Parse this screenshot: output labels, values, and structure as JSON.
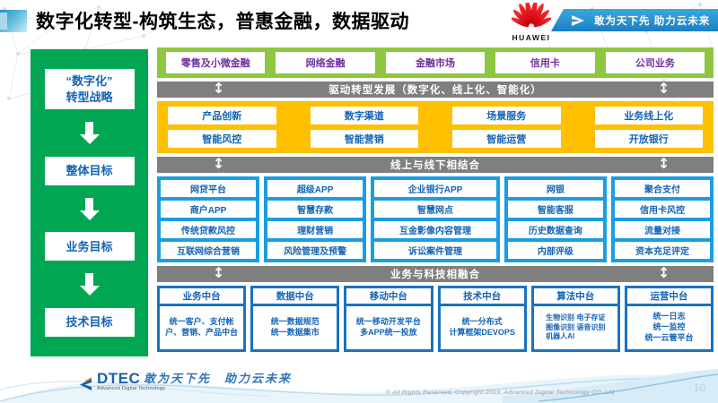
{
  "header": {
    "title": "数字化转型-构筑生态，普惠金融，数据驱动",
    "huawei_word": "HUAWEI",
    "banner_slogan": "敢为天下先 助力云未来"
  },
  "icons": {
    "updown_arrow": "↕"
  },
  "sidebar": {
    "items": [
      {
        "label": "“数字化”\n转型战略"
      },
      {
        "label": "整体目标"
      },
      {
        "label": "业务目标"
      },
      {
        "label": "技术目标"
      }
    ]
  },
  "main": {
    "business_lines": [
      "零售及小微金融",
      "网络金融",
      "金融市场",
      "信用卡",
      "公司业务"
    ],
    "bar1": "驱动转型发展（数字化、线上化、智能化）",
    "capabilities": [
      [
        "产品创新",
        "数字渠道",
        "场景服务",
        "业务线上化"
      ],
      [
        "智能风控",
        "智能营销",
        "智能运营",
        "开放银行"
      ]
    ],
    "bar2": "线上与线下相结合",
    "channels": [
      [
        "网贷平台",
        "商户APP",
        "传统贷款风控",
        "互联网综合营销"
      ],
      [
        "超级APP",
        "智慧存款",
        "理财营销",
        "风险管理及预警"
      ],
      [
        "企业银行APP",
        "智慧网点",
        "互金影像内容管理",
        "诉讼案件管理"
      ],
      [
        "网银",
        "智能客服",
        "历史数据查询",
        "内部评级"
      ],
      [
        "聚合支付",
        "信用卡风控",
        "流量对接",
        "资本充足评定"
      ]
    ],
    "bar3": "业务与科技相融合",
    "platforms": [
      {
        "title": "业务中台",
        "items": "统一客户、支付帐户、营销、产品中台"
      },
      {
        "title": "数据中台",
        "items": "统一数据规范\n统一数据集市"
      },
      {
        "title": "移动中台",
        "items": "统一移动开发平台\n多APP统一投放"
      },
      {
        "title": "技术中台",
        "items": "统一分布式\n计算框架DEVOPS"
      },
      {
        "title": "算法中台",
        "items": "生物识别 电子存证\n图像识别 语音识别\n机器人AI"
      },
      {
        "title": "运营中台",
        "items": "统一日志\n统一监控\n统一云管平台"
      }
    ]
  },
  "footer": {
    "dtec_word": "DTEC",
    "dtec_sub": "Advanced Digital Technology",
    "slogan": "敢为天下先　助力云未来",
    "copyright": "© All Rights Reserved, Copyright 2019, Advanced Digital Technology CO.,Ltd",
    "page_number": "10"
  },
  "colors": {
    "sidebar_green": "#00A651",
    "light_green": "#8DC63F",
    "gray_bar": "#7F7F7F",
    "yellow": "#FFC000",
    "blue_mid": "#1B9DE2",
    "blue_dark": "#1B72C0",
    "box_text_blue": "#1464B4",
    "business_text_purple": "#7030A0",
    "huawei_red": "#E60012",
    "ribbon_blue": "#1B7FC4"
  }
}
